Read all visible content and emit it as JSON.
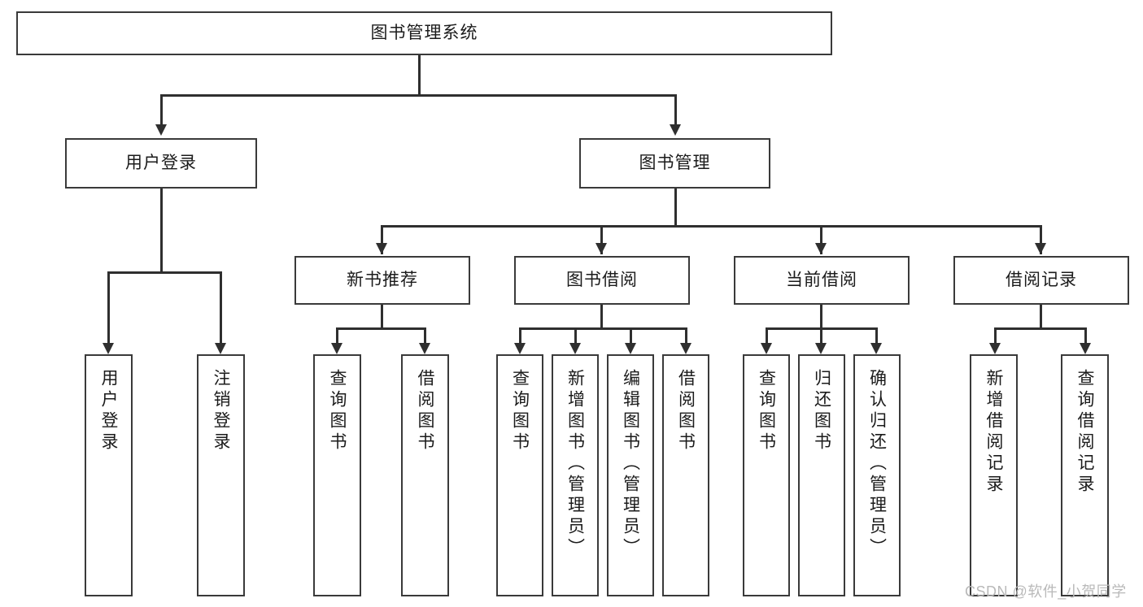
{
  "diagram": {
    "title": "图书管理系统",
    "root": {
      "label": "图书管理系统"
    },
    "level2": [
      {
        "label": "用户登录"
      },
      {
        "label": "图书管理"
      }
    ],
    "level3": [
      {
        "label": "新书推荐"
      },
      {
        "label": "图书借阅"
      },
      {
        "label": "当前借阅"
      },
      {
        "label": "借阅记录"
      }
    ],
    "leaves": {
      "user_login": [
        {
          "label": "用户登录"
        },
        {
          "label": "注销登录"
        }
      ],
      "new_book_recommend": [
        {
          "label": "查询图书"
        },
        {
          "label": "借阅图书"
        }
      ],
      "book_borrow": [
        {
          "label": "查询图书"
        },
        {
          "label": "新增图书（管理员）"
        },
        {
          "label": "编辑图书（管理员）"
        },
        {
          "label": "借阅图书"
        }
      ],
      "current_borrow": [
        {
          "label": "查询图书"
        },
        {
          "label": "归还图书"
        },
        {
          "label": "确认归还（管理员）"
        }
      ],
      "borrow_record": [
        {
          "label": "新增借阅记录"
        },
        {
          "label": "查询借阅记录"
        }
      ]
    }
  },
  "watermark": {
    "text": "CSDN @软件_小贺同学"
  },
  "colors": {
    "border": "#3a3a3a",
    "line": "#2f2f2f",
    "text": "#1b1b1b",
    "background": "#ffffff",
    "watermark": "#b9b9b9"
  }
}
